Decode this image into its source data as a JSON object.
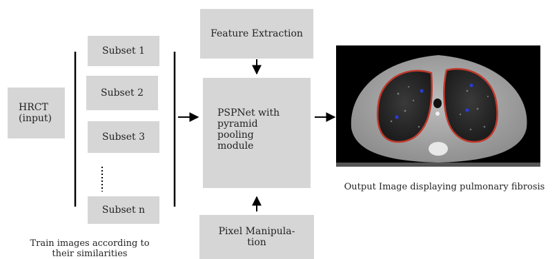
{
  "input_box": {
    "label": "HRCT\n(input)"
  },
  "subsets": [
    "Subset 1",
    "Subset 2",
    "Subset 3",
    "Subset n"
  ],
  "subset_ellipsis": "……",
  "feature_extraction": {
    "label": "Feature Extraction"
  },
  "pspnet": {
    "label": "PSPNet with\npyramid\npooling\nmodule"
  },
  "pixel_manipulation": {
    "label": "Pixel Manipula-\ntion"
  },
  "captions": {
    "train": "Train images according to\ntheir similarities",
    "output": "Output Image displaying pulmonary fibrosis"
  },
  "colors": {
    "box": "#d6d6d6",
    "lung_outline": "#c0392b",
    "marker": "#2a3bd6"
  }
}
